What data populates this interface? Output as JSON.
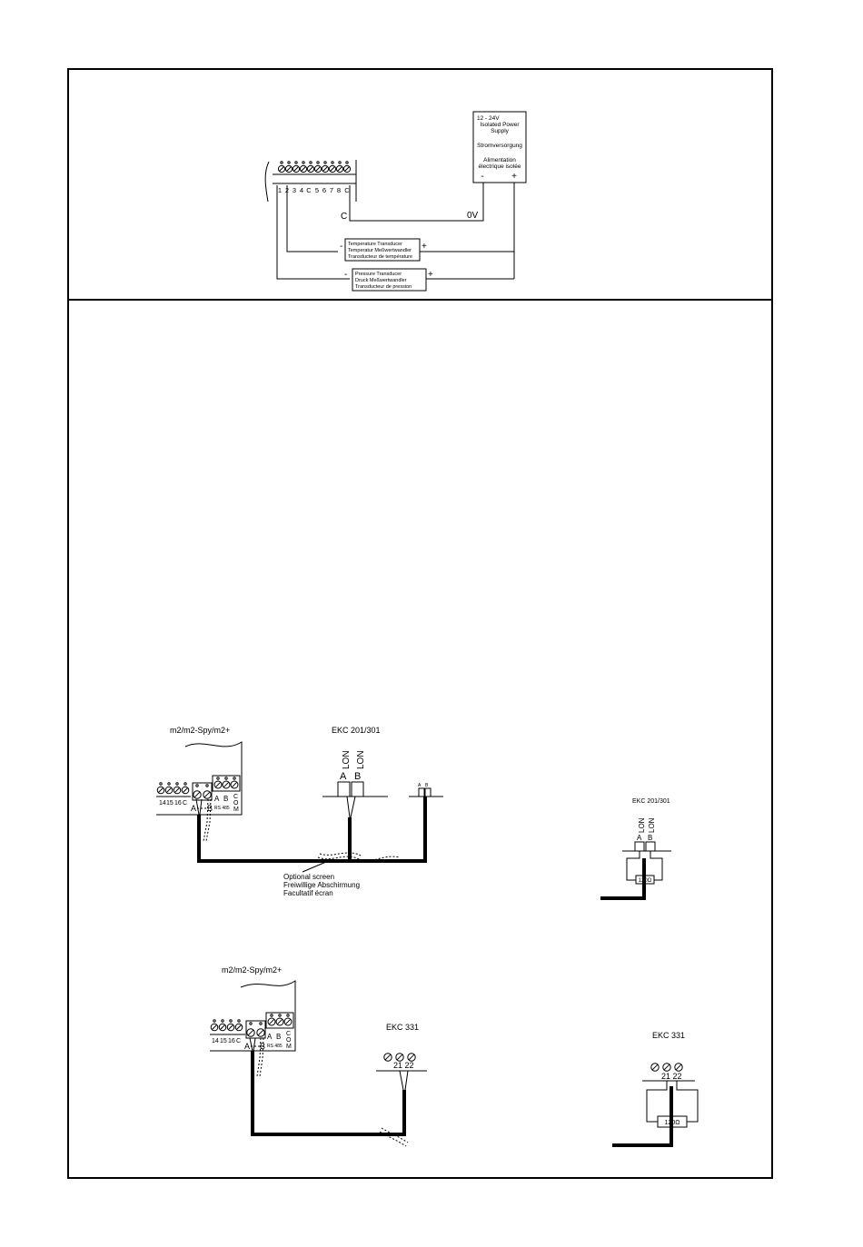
{
  "wiring": {
    "power_supply": {
      "line1": "12 - 24V",
      "line2": "Isolated Power",
      "line3": "Supply",
      "line4": "Stromversorgung",
      "line5": "Alimentation",
      "line6": "électrique isolée",
      "minus": "-",
      "plus": "+"
    },
    "terminal_labels": [
      "1",
      "2",
      "3",
      "4",
      "C",
      "5",
      "6",
      "7",
      "8",
      "C"
    ],
    "c_label": "C",
    "zero_v_label": "0V",
    "temperature_transducer": {
      "line1": "Temperature Transducer",
      "line2": "Temperatur Meßwertwandler",
      "line3": "Transducteur de température",
      "minus": "-",
      "plus": "+"
    },
    "pressure_transducer": {
      "line1": "Pressure Transducer",
      "line2": "Druck Meßwertwandler",
      "line3": "Transducteur de pression",
      "minus": "-",
      "plus": "+"
    }
  },
  "network1": {
    "controller_label": "m2/m2-Spy/m2+",
    "terminals_left": [
      "14",
      "15",
      "16",
      "C"
    ],
    "terminal_a": "A",
    "terminal_b": "B",
    "rs485_a": "A",
    "rs485_b": "B",
    "rs485_label": "RS 485",
    "com_c": "C",
    "com_o": "O",
    "com_m": "M",
    "ekc_label": "EKC 201/301",
    "lon_left": "LON",
    "lon_right": "LON",
    "ekc_a": "A",
    "ekc_b": "B",
    "small_a": "A",
    "small_b": "B",
    "screen_line1": "Optional screen",
    "screen_line2": "Freiwillige Abschirmung",
    "screen_line3": "Facultatif écran"
  },
  "detail1": {
    "ekc_label": "EKC 201/301",
    "lon_left": "LON",
    "lon_right": "LON",
    "a": "A",
    "b": "B",
    "resistor": "120Ω"
  },
  "network2": {
    "controller_label": "m2/m2-Spy/m2+",
    "terminals_left": [
      "14",
      "15",
      "16",
      "C"
    ],
    "terminal_a": "A",
    "terminal_b": "B",
    "rs485_a": "A",
    "rs485_b": "B",
    "rs485_label": "RS 485",
    "com_c": "C",
    "com_o": "O",
    "com_m": "M",
    "ekc_label": "EKC 331",
    "ekc_terminals": "21 22"
  },
  "detail2": {
    "ekc_label": "EKC 331",
    "terminals": "21 22",
    "resistor": "120Ω"
  }
}
